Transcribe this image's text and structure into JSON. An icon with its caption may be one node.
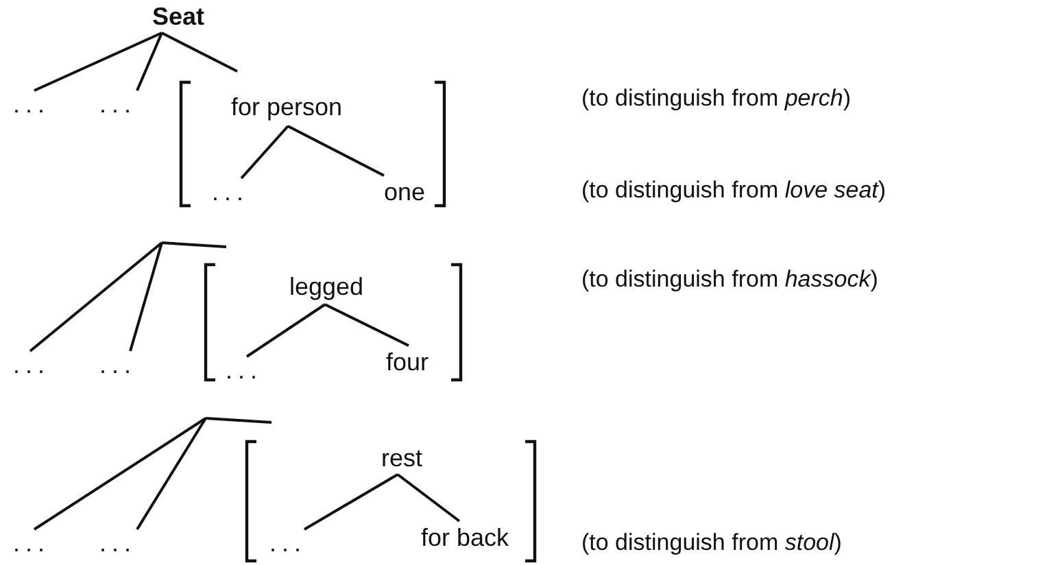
{
  "diagram": {
    "nodes": [
      {
        "text": [
          "Seat"
        ]
      },
      {
        "text": [
          "..."
        ]
      },
      {
        "text": [
          "..."
        ]
      },
      {
        "text": [],
        "shape": "bracket"
      },
      {
        "text": [
          "for person"
        ],
        "in": 3
      },
      {
        "text": [
          "..."
        ],
        "in": 3
      },
      {
        "text": [
          "one"
        ],
        "in": 3
      },
      {
        "text": [
          "..."
        ]
      },
      {
        "text": [
          "..."
        ]
      },
      {
        "text": [],
        "shape": "bracket"
      },
      {
        "text": [
          "legged"
        ],
        "in": 9
      },
      {
        "text": [
          "..."
        ],
        "in": 9
      },
      {
        "text": [
          "four"
        ],
        "in": 9
      },
      {
        "text": [
          "..."
        ]
      },
      {
        "text": [
          "..."
        ]
      },
      {
        "text": [],
        "shape": "bracket"
      },
      {
        "text": [
          "rest"
        ],
        "in": 15
      },
      {
        "text": [
          "..."
        ],
        "in": 15
      },
      {
        "text": [
          "for back"
        ],
        "in": 15
      }
    ],
    "edges": [
      {
        "from": 0,
        "to": 1,
        "arrow": "none"
      },
      {
        "from": 0,
        "to": 2,
        "arrow": "none"
      },
      {
        "from": 0,
        "to": 3,
        "arrow": "none"
      },
      {
        "from": 4,
        "to": 5,
        "arrow": "none"
      },
      {
        "from": 4,
        "to": 6,
        "arrow": "none"
      },
      {
        "from": null,
        "to": 7,
        "arrow": "none"
      },
      {
        "from": null,
        "to": 8,
        "arrow": "none"
      },
      {
        "from": null,
        "to": 9,
        "arrow": "none"
      },
      {
        "from": 10,
        "to": 11,
        "arrow": "none"
      },
      {
        "from": 10,
        "to": 12,
        "arrow": "none"
      },
      {
        "from": null,
        "to": 13,
        "arrow": "none"
      },
      {
        "from": null,
        "to": 14,
        "arrow": "none"
      },
      {
        "from": null,
        "to": 15,
        "arrow": "none"
      },
      {
        "from": 16,
        "to": 17,
        "arrow": "none"
      },
      {
        "from": 16,
        "to": 18,
        "arrow": "none"
      }
    ],
    "labels": [
      "(to distinguish from *perch*)",
      "(to distinguish from *love seat*)",
      "(to distinguish from *hassock*)",
      "(to distinguish from *stool*)"
    ]
  }
}
